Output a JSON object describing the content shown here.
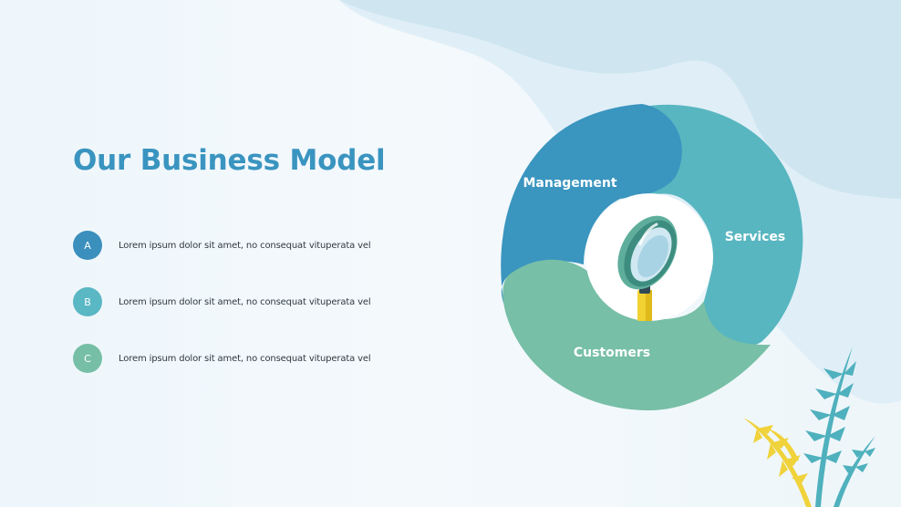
{
  "slide": {
    "title": "Our Business Model",
    "bullets": [
      {
        "marker": "A",
        "text": "Lorem ipsum dolor sit amet, no consequat vituperata vel",
        "color": "#3a8fbd"
      },
      {
        "marker": "B",
        "text": "Lorem ipsum dolor sit amet, no consequat vituperata vel",
        "color": "#5ab7c4"
      },
      {
        "marker": "C",
        "text": "Lorem ipsum dolor sit amet, no consequat vituperata vel",
        "color": "#76bfa6"
      }
    ]
  },
  "diagram": {
    "segments": [
      {
        "label": "Management",
        "color": "#3a95bf"
      },
      {
        "label": "Services",
        "color": "#58b6c0"
      },
      {
        "label": "Customers",
        "color": "#77bfa6"
      }
    ],
    "center_icon": "magnifying-glass-icon",
    "colors": {
      "title": "#3a94c0",
      "background": "#eef6fb",
      "wave": "#cde6f1"
    }
  }
}
